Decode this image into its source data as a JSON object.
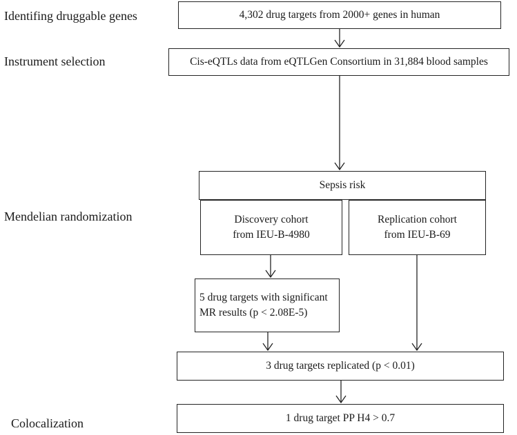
{
  "stages": {
    "identify": "Identifing druggable genes",
    "instrument": "Instrument selection",
    "mr": "Mendelian randomization",
    "coloc": "Colocalization"
  },
  "boxes": {
    "drug_targets": "4,302 drug targets from 2000+ genes in human",
    "cis_eqtls": "Cis-eQTLs data from eQTLGen Consortium in 31,884 blood samples",
    "sepsis_risk": "Sepsis risk",
    "discovery": {
      "line1": "Discovery cohort",
      "line2": "from IEU-B-4980"
    },
    "replication": {
      "line1": "Replication cohort",
      "line2": "from IEU-B-69"
    },
    "significant": {
      "line1": "5 drug targets with significant",
      "line2": "MR results (p < 2.08E-5)"
    },
    "replicated": "3 drug targets replicated (p < 0.01)",
    "pp_h4": "1 drug target PP H4 > 0.7"
  }
}
